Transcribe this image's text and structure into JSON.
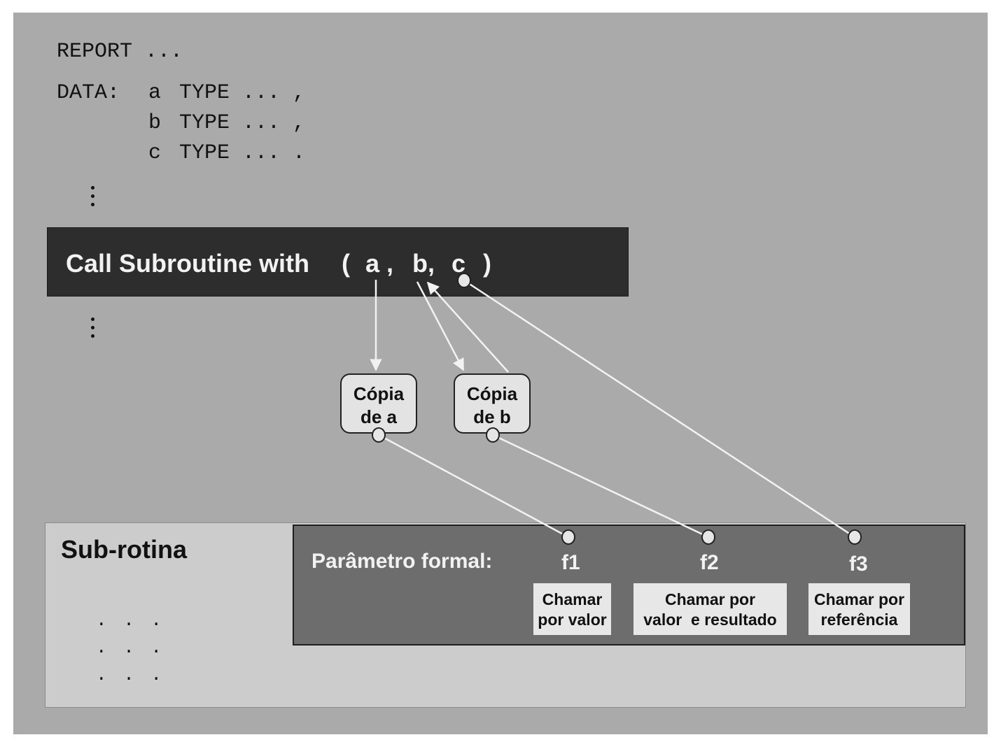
{
  "code": {
    "report_line": "REPORT ...",
    "data_keyword": "DATA:",
    "data_lines": [
      {
        "var": "a",
        "rest": "TYPE ... ,"
      },
      {
        "var": "b",
        "rest": "TYPE ... ,"
      },
      {
        "var": "c",
        "rest": "TYPE ... ."
      }
    ]
  },
  "call": {
    "text": "Call Subroutine with",
    "open_paren": "(",
    "arg_a": "a ,",
    "arg_b": "b,",
    "arg_c": "c",
    "close_paren": ")"
  },
  "copies": [
    {
      "line1": "Cópia",
      "line2": "de a"
    },
    {
      "line1": "Cópia",
      "line2": "de b"
    }
  ],
  "subroutine": {
    "title": "Sub-rotina",
    "ellipsis": ". . ."
  },
  "formal": {
    "label": "Parâmetro formal:",
    "params": [
      {
        "name": "f1",
        "line1": "Chamar",
        "line2": "por valor"
      },
      {
        "name": "f2",
        "line1": "Chamar por",
        "line2": "valor  e resultado"
      },
      {
        "name": "f3",
        "line1": "Chamar por",
        "line2": "referência"
      }
    ]
  },
  "colors": {
    "background": "#aaaaaa",
    "call_bar": "#2d2d2d",
    "param_panel": "#6d6d6d",
    "subroutine_panel": "#cccccc",
    "connector": "#f2f2f2"
  }
}
